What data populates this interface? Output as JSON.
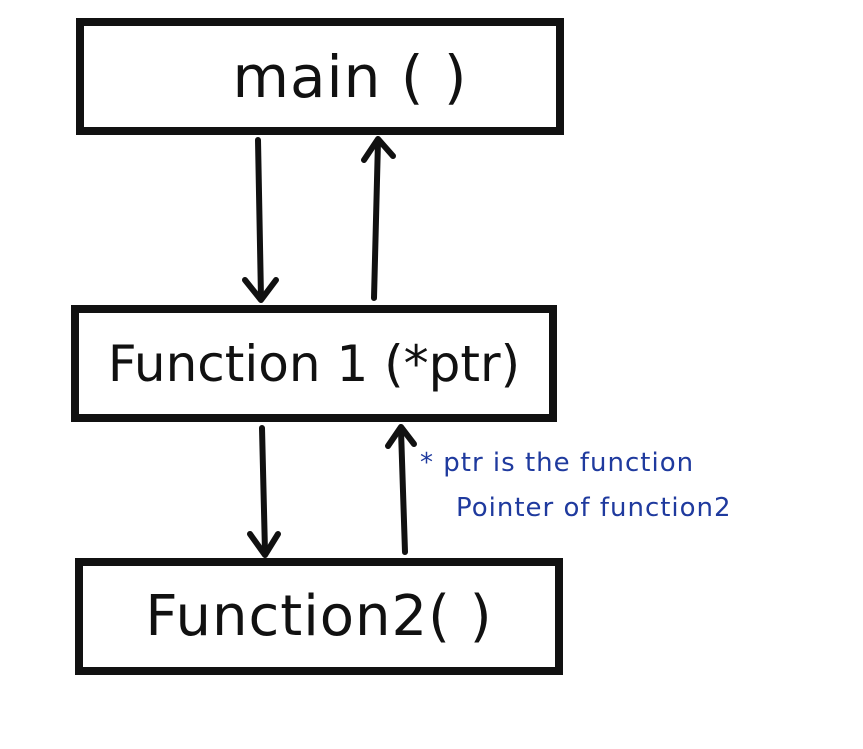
{
  "boxes": {
    "main": "main (   )",
    "function1": "Function 1 (*ptr)",
    "function2": "Function2(   )"
  },
  "note": {
    "line1": "* ptr is the function",
    "line2": "Pointer of function2"
  },
  "colors": {
    "ink": "#111111",
    "note": "#1f3a9e",
    "background": "#ffffff"
  }
}
